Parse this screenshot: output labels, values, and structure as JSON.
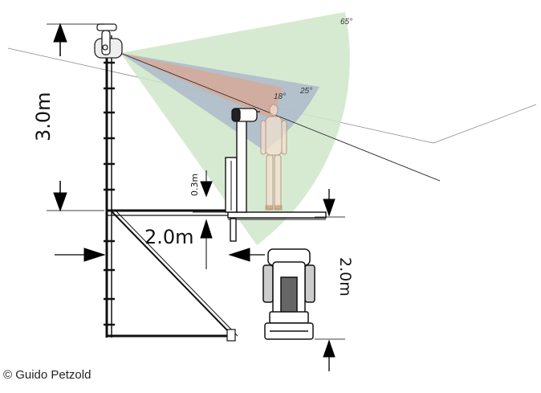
{
  "dimensions": {
    "mast_height": "3.0m",
    "offset_width": "2.0m",
    "platform_step": "0.3m",
    "lower_height": "2.0m"
  },
  "beam_angles": {
    "wide": "65°",
    "medium": "25°",
    "narrow": "18°"
  },
  "beam_colors": {
    "wide": "#cfe6c9",
    "medium": "#a9b7c9",
    "narrow": "#d8a896"
  },
  "copyright": "© Guido Petzold"
}
